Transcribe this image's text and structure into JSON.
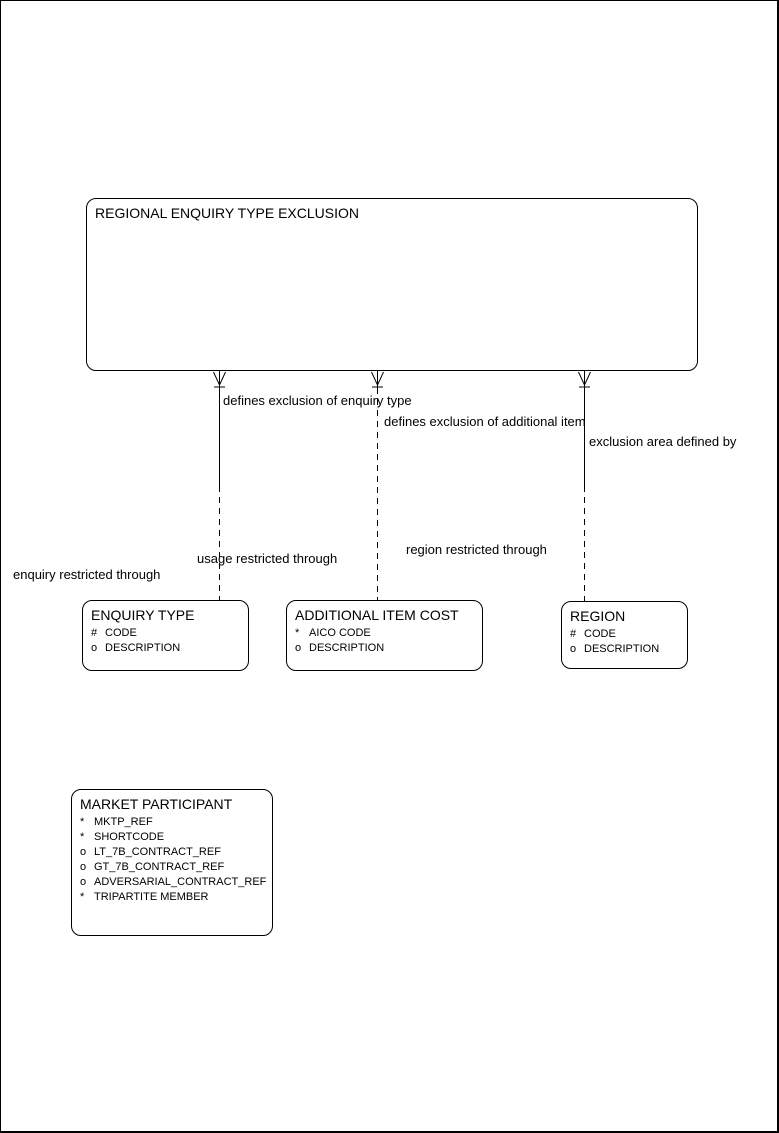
{
  "canvas": {
    "background": "#ffffff",
    "line_color": "#000000"
  },
  "root_entity": {
    "title": "REGIONAL ENQUIRY TYPE EXCLUSION"
  },
  "entities": [
    {
      "title": "ENQUIRY TYPE",
      "attributes": [
        {
          "prefix": "#",
          "name": "CODE"
        },
        {
          "prefix": "o",
          "name": "DESCRIPTION"
        }
      ]
    },
    {
      "title": "ADDITIONAL ITEM COST",
      "attributes": [
        {
          "prefix": "*",
          "name": "AICO CODE"
        },
        {
          "prefix": "o",
          "name": "DESCRIPTION"
        }
      ]
    },
    {
      "title": "REGION",
      "attributes": [
        {
          "prefix": "#",
          "name": "CODE"
        },
        {
          "prefix": "o",
          "name": "DESCRIPTION"
        }
      ]
    },
    {
      "title": "MARKET PARTICIPANT",
      "attributes": [
        {
          "prefix": "*",
          "name": "MKTP_REF"
        },
        {
          "prefix": "*",
          "name": "SHORTCODE"
        },
        {
          "prefix": "o",
          "name": "LT_7B_CONTRACT_REF"
        },
        {
          "prefix": "o",
          "name": "GT_7B_CONTRACT_REF"
        },
        {
          "prefix": "o",
          "name": "ADVERSARIAL_CONTRACT_REF"
        },
        {
          "prefix": "*",
          "name": "TRIPARTITE MEMBER"
        }
      ]
    }
  ],
  "relationships": [
    {
      "label": "defines exclusion of enquiry type"
    },
    {
      "label": "defines exclusion of additional item"
    },
    {
      "label": "exclusion area defined by"
    },
    {
      "label": "usage restricted through"
    },
    {
      "label": "region restricted through"
    },
    {
      "label": "enquiry restricted through"
    }
  ]
}
